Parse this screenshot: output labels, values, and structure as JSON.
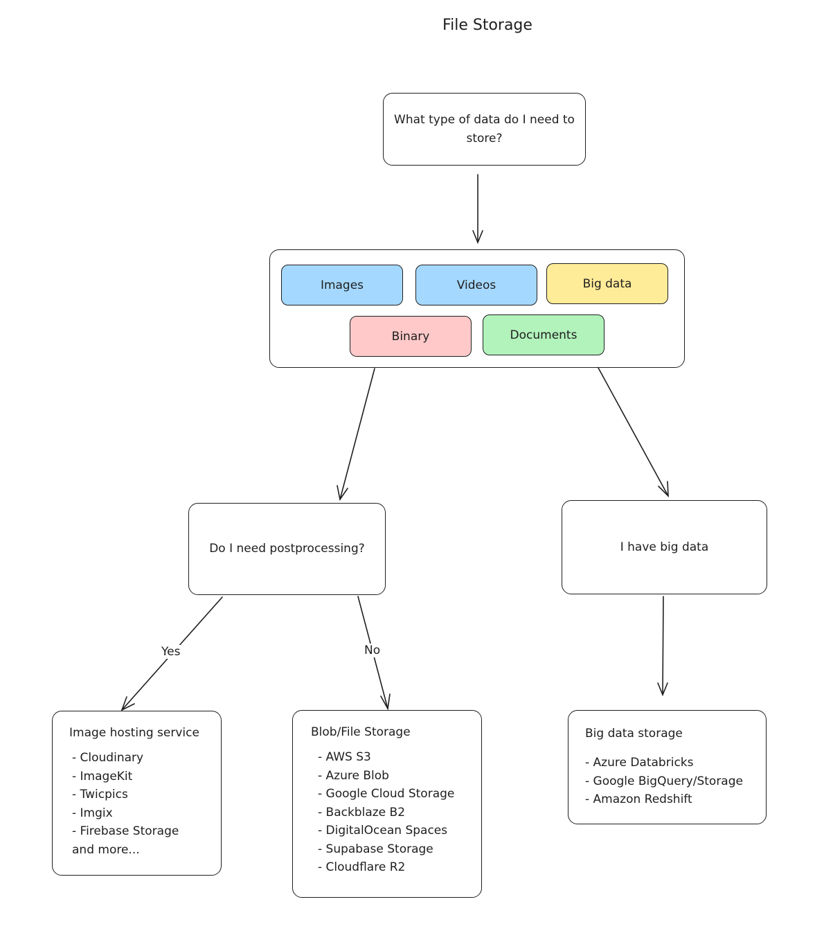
{
  "title": "File Storage",
  "nodes": {
    "question": "What type of data do I need to store?",
    "postprocessing": "Do I need postprocessing?",
    "bigdata": "I have big data"
  },
  "types": [
    {
      "label": "Images",
      "color": "#a5d8ff"
    },
    {
      "label": "Videos",
      "color": "#a5d8ff"
    },
    {
      "label": "Big data",
      "color": "#ffec99"
    },
    {
      "label": "Binary",
      "color": "#ffc9c9"
    },
    {
      "label": "Documents",
      "color": "#b2f2bb"
    }
  ],
  "edges": {
    "yes": "Yes",
    "no": "No"
  },
  "results": {
    "image_hosting": {
      "heading": "Image hosting service",
      "items": [
        "- Cloudinary",
        "- ImageKit",
        "- Twicpics",
        "- Imgix",
        "- Firebase Storage"
      ],
      "more": "and more..."
    },
    "blob_storage": {
      "heading": "Blob/File Storage",
      "items": [
        "- AWS S3",
        "- Azure Blob",
        "- Google Cloud Storage",
        "- Backblaze B2",
        "- DigitalOcean Spaces",
        "- Supabase Storage",
        "- Cloudflare R2"
      ]
    },
    "bigdata_storage": {
      "heading": "Big data storage",
      "items": [
        "- Azure Databricks",
        "- Google BigQuery/Storage",
        "- Amazon Redshift"
      ]
    }
  }
}
